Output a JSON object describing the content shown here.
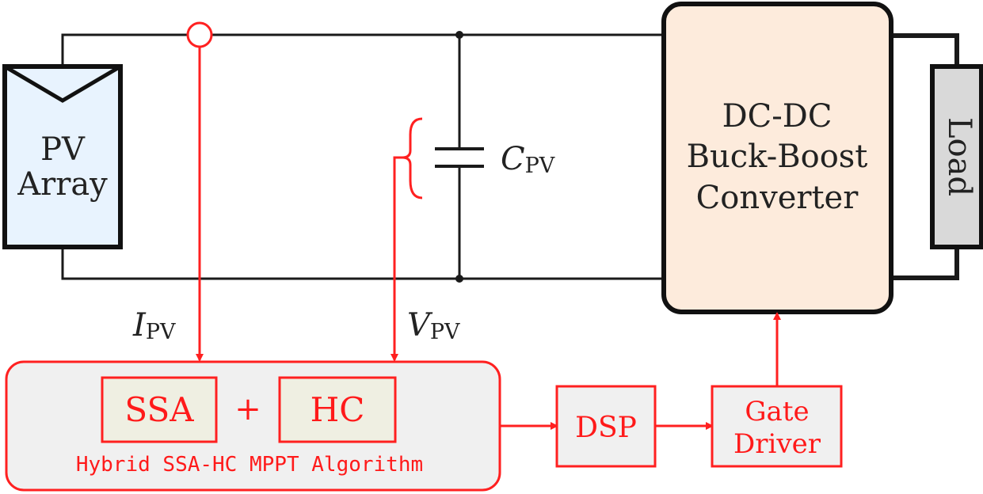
{
  "colors": {
    "wire": "#1a1a1a",
    "signal": "#ff2020",
    "pv_fill": "#e8f3fe",
    "converter_fill": "#fdebdc",
    "load_fill": "#d9d9d9",
    "controller_fill": "#f0f0f0",
    "algo_box_fill": "#efefe2",
    "block_fill": "#f0f0f0"
  },
  "pv_array": {
    "line1": "PV",
    "line2": "Array"
  },
  "capacitor": {
    "symbol": "C",
    "subscript": "PV"
  },
  "converter": {
    "line1": "DC-DC",
    "line2": "Buck-Boost",
    "line3": "Converter"
  },
  "load": {
    "label": "Load"
  },
  "current_sense": {
    "symbol": "I",
    "subscript": "PV"
  },
  "voltage_sense": {
    "symbol": "V",
    "subscript": "PV"
  },
  "controller": {
    "ssa": "SSA",
    "plus": "+",
    "hc": "HC",
    "caption": "Hybrid SSA-HC MPPT Algorithm"
  },
  "dsp": {
    "label": "DSP"
  },
  "gate_driver": {
    "line1": "Gate",
    "line2": "Driver"
  }
}
